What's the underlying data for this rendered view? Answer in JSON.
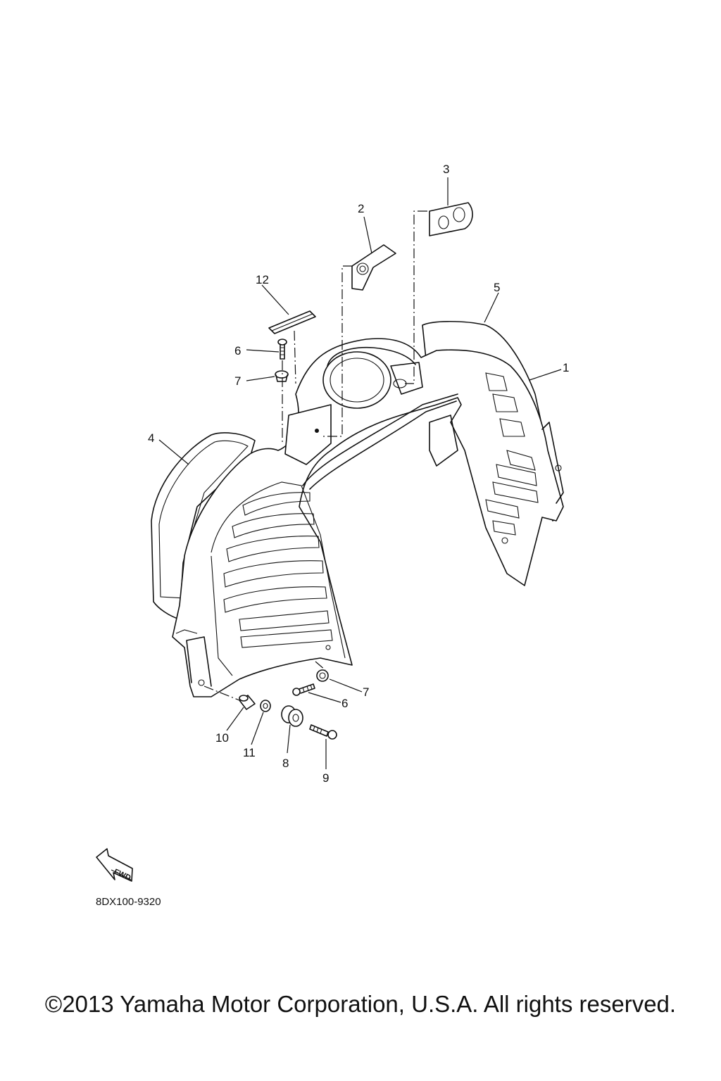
{
  "diagram": {
    "callouts": [
      {
        "id": "1",
        "label": "1"
      },
      {
        "id": "2",
        "label": "2"
      },
      {
        "id": "3",
        "label": "3"
      },
      {
        "id": "4",
        "label": "4"
      },
      {
        "id": "5",
        "label": "5"
      },
      {
        "id": "6a",
        "label": "6"
      },
      {
        "id": "6b",
        "label": "6"
      },
      {
        "id": "7a",
        "label": "7"
      },
      {
        "id": "7b",
        "label": "7"
      },
      {
        "id": "8",
        "label": "8"
      },
      {
        "id": "9",
        "label": "9"
      },
      {
        "id": "10",
        "label": "10"
      },
      {
        "id": "11",
        "label": "11"
      },
      {
        "id": "12",
        "label": "12"
      }
    ],
    "fwd_label": "FWD",
    "drawing_code": "8DX100-9320"
  },
  "footer": {
    "copyright": "©2013 Yamaha Motor Corporation, U.S.A. All rights reserved."
  }
}
